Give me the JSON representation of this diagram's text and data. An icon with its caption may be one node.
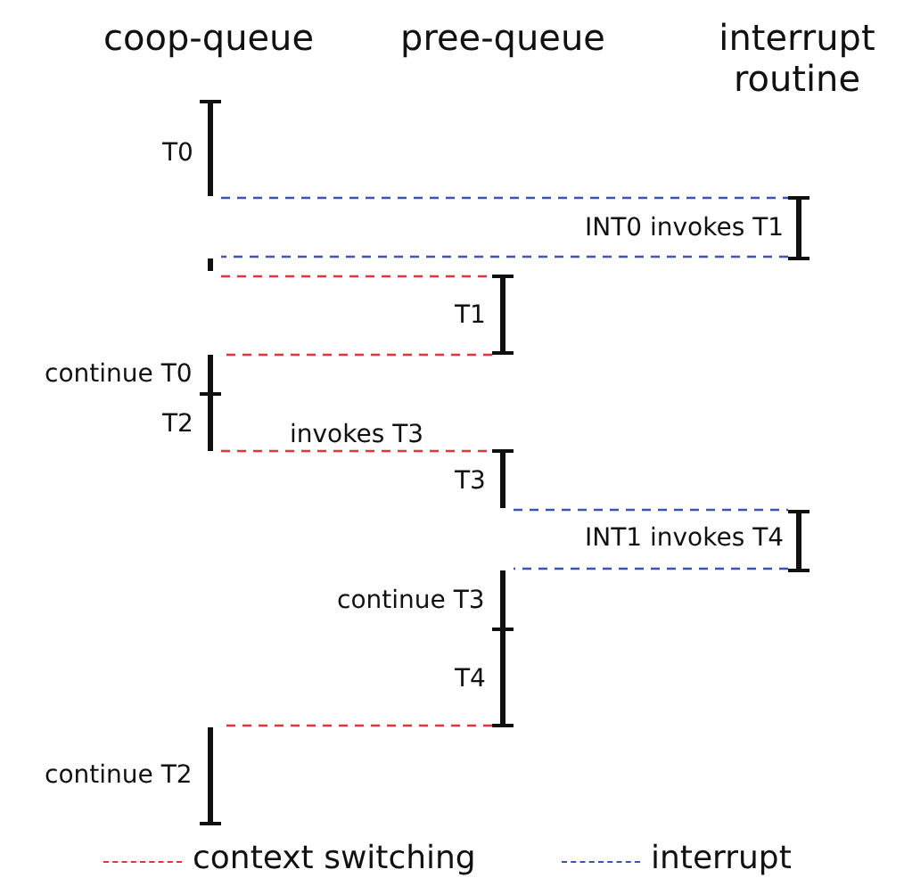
{
  "diagram": {
    "nodes": [
      {
        "text": [],
        "shape": "bar",
        "beside": [
          "T0"
        ]
      },
      {
        "text": [],
        "shape": "bar",
        "beside": [
          "INT0 invokes T1"
        ]
      },
      {
        "text": [],
        "shape": "bar"
      },
      {
        "text": [],
        "shape": "bar",
        "beside": [
          "T1"
        ]
      },
      {
        "text": [],
        "shape": "bar",
        "beside": [
          "continue T0"
        ]
      },
      {
        "text": [],
        "shape": "bar",
        "beside": [
          "T2"
        ]
      },
      {
        "text": [],
        "shape": "bar",
        "beside": [
          "T3"
        ]
      },
      {
        "text": [],
        "shape": "bar",
        "beside": [
          "INT1 invokes T4"
        ]
      },
      {
        "text": [],
        "shape": "bar",
        "beside": [
          "continue T3"
        ]
      },
      {
        "text": [],
        "shape": "bar",
        "beside": [
          "T4"
        ]
      },
      {
        "text": [],
        "shape": "bar",
        "beside": [
          "continue T2"
        ]
      }
    ],
    "edges": [
      {
        "from": 0,
        "to": 1,
        "arrow": "none",
        "style": "dashed",
        "color": "#3b55b5"
      },
      {
        "from": 1,
        "to": 2,
        "arrow": "none",
        "style": "dashed",
        "color": "#3b55b5"
      },
      {
        "from": 2,
        "to": 3,
        "arrow": "none",
        "style": "dashed",
        "color": "#e8333a"
      },
      {
        "from": 3,
        "to": 4,
        "arrow": "none",
        "style": "dashed",
        "color": "#e8333a"
      },
      {
        "from": 5,
        "to": 6,
        "arrow": "none",
        "style": "dashed",
        "color": "#e8333a",
        "label": "invokes T3"
      },
      {
        "from": 6,
        "to": 7,
        "arrow": "none",
        "style": "dashed",
        "color": "#3b55b5"
      },
      {
        "from": 7,
        "to": 8,
        "arrow": "none",
        "style": "dashed",
        "color": "#3b55b5"
      },
      {
        "from": 9,
        "to": 10,
        "arrow": "none",
        "style": "dashed",
        "color": "#e8333a"
      }
    ],
    "labels": [
      "coop-queue",
      "pree-queue",
      "interrupt routine"
    ],
    "legend": [
      {
        "text": "context switching",
        "color": "#e8333a"
      },
      {
        "text": "interrupt",
        "color": "#3b55b5"
      }
    ]
  }
}
